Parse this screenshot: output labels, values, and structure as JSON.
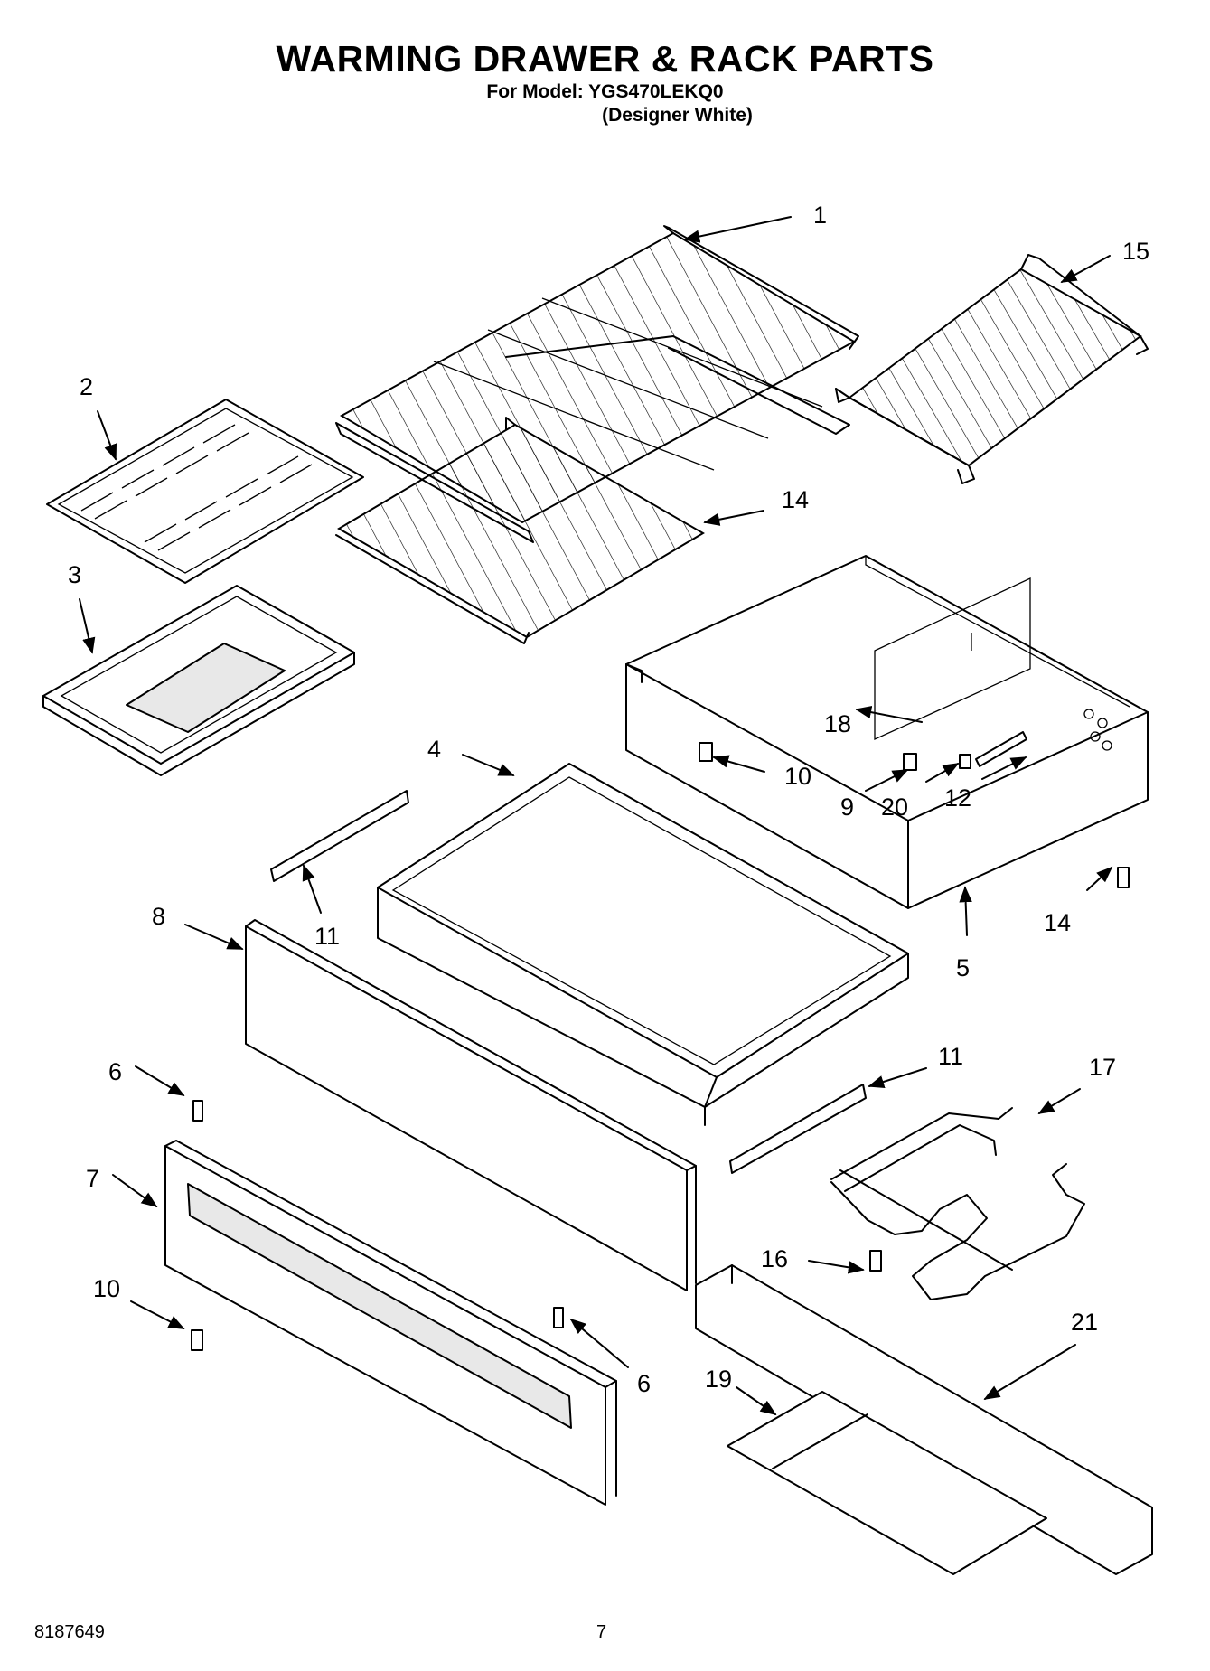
{
  "header": {
    "title": "WARMING DRAWER & RACK PARTS",
    "model": "For Model: YGS470LEKQ0",
    "color": "(Designer White)"
  },
  "footer": {
    "doc_number": "8187649",
    "page_number": "7"
  },
  "callouts": {
    "c1": "1",
    "c15": "15",
    "c2": "2",
    "c14a": "14",
    "c3": "3",
    "c18": "18",
    "c10a": "10",
    "c4": "4",
    "c9": "9",
    "c20": "20",
    "c12": "12",
    "c11a": "11",
    "c8": "8",
    "c14b": "14",
    "c5": "5",
    "c11b": "11",
    "c17": "17",
    "c6a": "6",
    "c7": "7",
    "c16": "16",
    "c10b": "10",
    "c6b": "6",
    "c21": "21",
    "c19": "19"
  }
}
